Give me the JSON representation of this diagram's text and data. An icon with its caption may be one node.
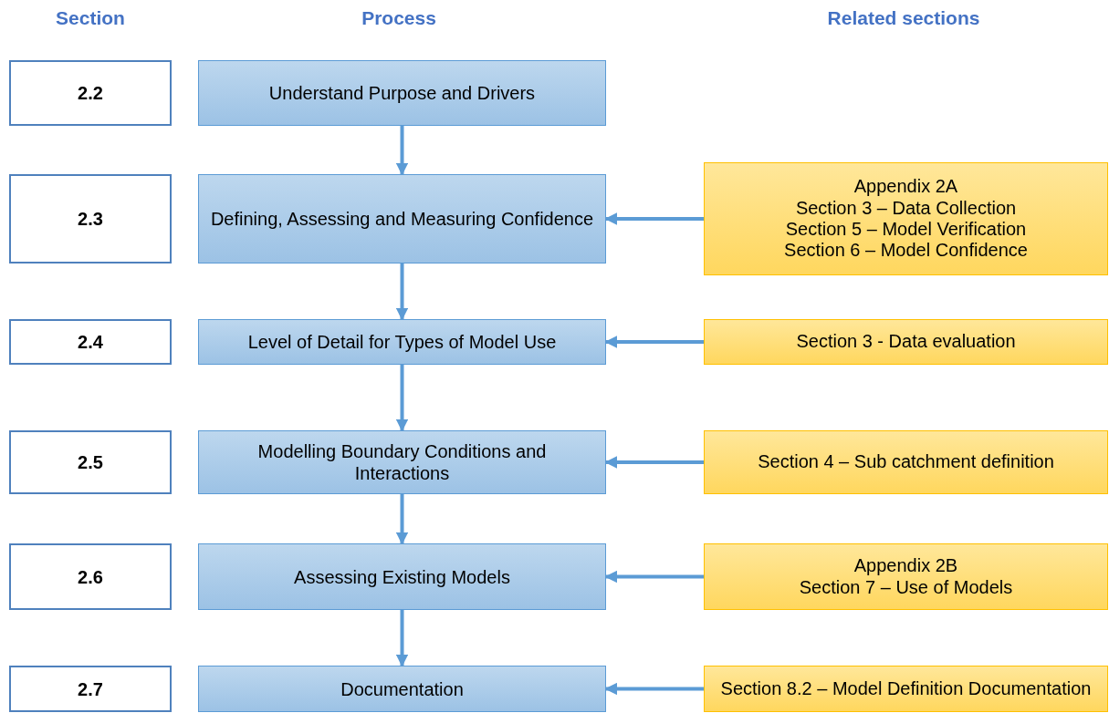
{
  "diagram": {
    "nodes": [
      {
        "text": [
          "2.2"
        ]
      },
      {
        "text": [
          "Understand Purpose and Drivers"
        ]
      },
      {
        "text": [
          "2.3"
        ]
      },
      {
        "text": [
          "Defining, Assessing and Measuring Confidence"
        ]
      },
      {
        "text": [
          "Appendix 2A",
          "Section 3 – Data Collection",
          "Section 5 – Model Verification",
          "Section 6 – Model Confidence"
        ]
      },
      {
        "text": [
          "2.4"
        ]
      },
      {
        "text": [
          "Level of Detail for Types of Model Use"
        ]
      },
      {
        "text": [
          "Section 3 - Data evaluation"
        ]
      },
      {
        "text": [
          "2.5"
        ]
      },
      {
        "text": [
          "Modelling Boundary Conditions and Interactions"
        ]
      },
      {
        "text": [
          "Section 4 – Sub catchment definition"
        ]
      },
      {
        "text": [
          "2.6"
        ]
      },
      {
        "text": [
          "Assessing Existing Models"
        ]
      },
      {
        "text": [
          "Appendix 2B",
          "Section 7 – Use of Models"
        ]
      },
      {
        "text": [
          "2.7"
        ]
      },
      {
        "text": [
          "Documentation"
        ]
      },
      {
        "text": [
          "Section 8.2 – Model Definition Documentation"
        ]
      }
    ],
    "edges": [
      {
        "from": 1,
        "to": 3,
        "arrow": "to"
      },
      {
        "from": 3,
        "to": 6,
        "arrow": "to"
      },
      {
        "from": 6,
        "to": 9,
        "arrow": "to"
      },
      {
        "from": 9,
        "to": 12,
        "arrow": "to"
      },
      {
        "from": 12,
        "to": 15,
        "arrow": "to"
      },
      {
        "from": 4,
        "to": 3,
        "arrow": "to"
      },
      {
        "from": 7,
        "to": 6,
        "arrow": "to"
      },
      {
        "from": 10,
        "to": 9,
        "arrow": "to"
      },
      {
        "from": 13,
        "to": 12,
        "arrow": "to"
      },
      {
        "from": 16,
        "to": 15,
        "arrow": "to"
      }
    ],
    "labels": [
      "Section",
      "Process",
      "Related sections"
    ]
  }
}
